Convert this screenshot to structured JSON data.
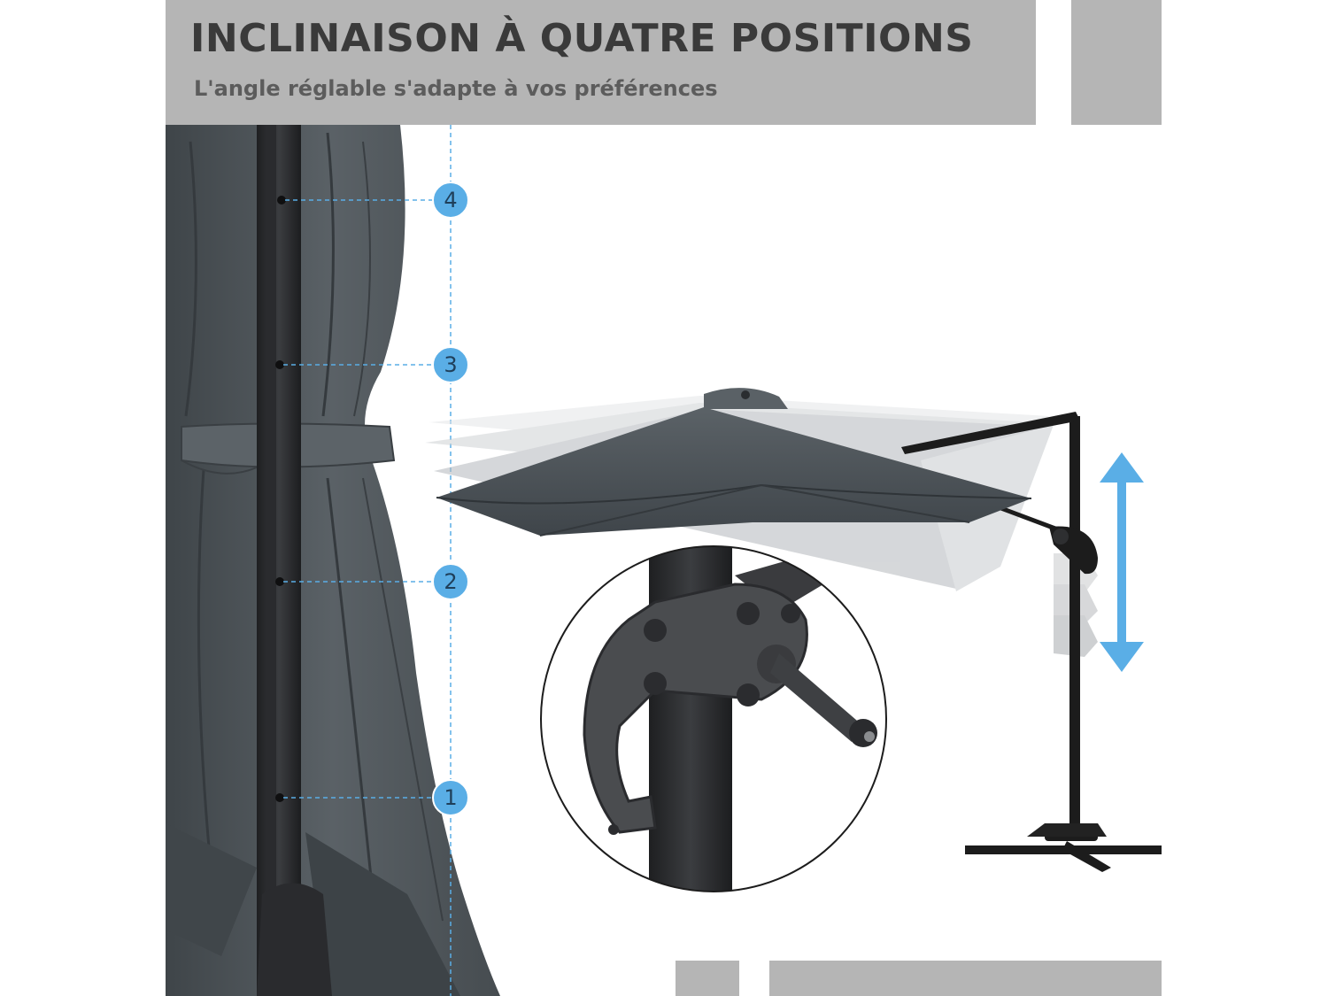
{
  "header": {
    "title": "INCLINAISON À QUATRE POSITIONS",
    "subtitle": "L'angle réglable s'adapte à vos préférences"
  },
  "positions": [
    {
      "label": "4"
    },
    {
      "label": "3"
    },
    {
      "label": "2"
    },
    {
      "label": "1"
    }
  ],
  "colors": {
    "band": "#b5b5b5",
    "fabric": "#4a5055",
    "accent_blue": "#5aaee6",
    "frame": "#1c1c1c"
  },
  "icons": {
    "arrow": "vertical-double-arrow-icon",
    "crank": "crank-handle-icon"
  }
}
